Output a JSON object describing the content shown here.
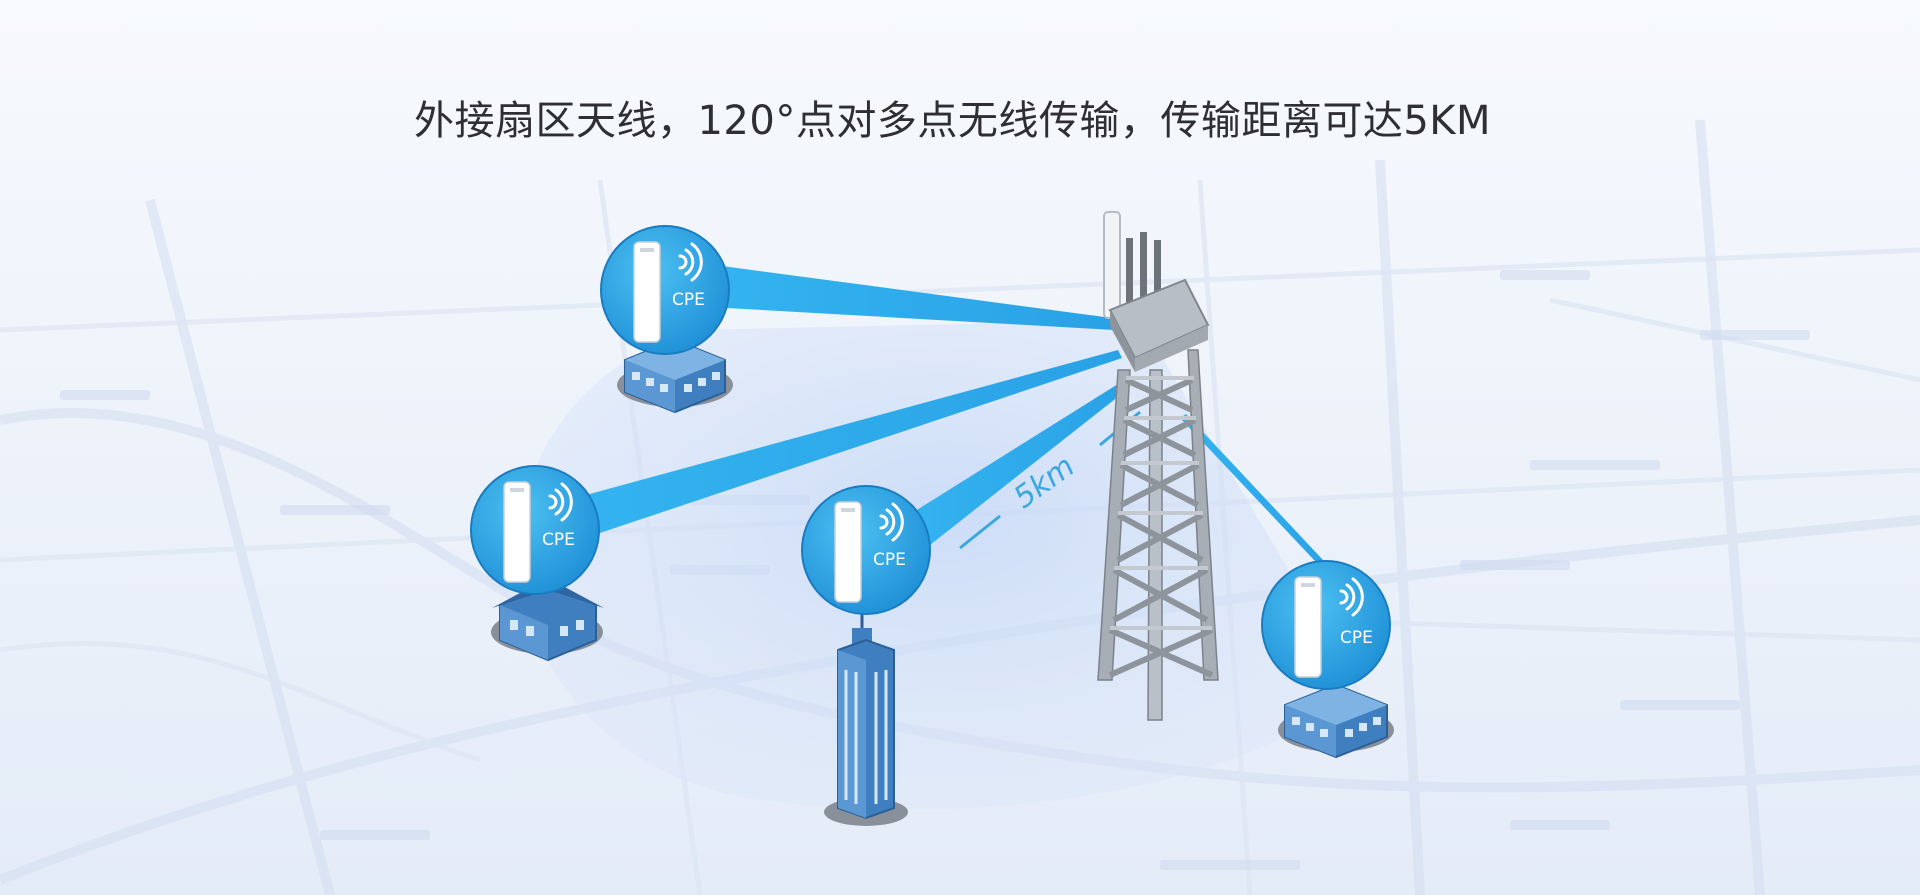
{
  "title": "外接扇区天线，120°点对多点无线传输，传输距离可达5KM",
  "distance_label": "5km",
  "cpe_label": "CPE",
  "colors": {
    "beam": "#2fb0ec",
    "cpe_circle": "#2ba3e6",
    "building": "#3f7fbf",
    "tower": "#9aa0a8",
    "sector": "#c9dcf7"
  },
  "nodes": [
    {
      "id": "cpe-top-left",
      "building": "office-building",
      "label": "CPE"
    },
    {
      "id": "cpe-left",
      "building": "house",
      "label": "CPE"
    },
    {
      "id": "cpe-center",
      "building": "skyscraper",
      "label": "CPE"
    },
    {
      "id": "cpe-right",
      "building": "office-building",
      "label": "CPE"
    }
  ]
}
